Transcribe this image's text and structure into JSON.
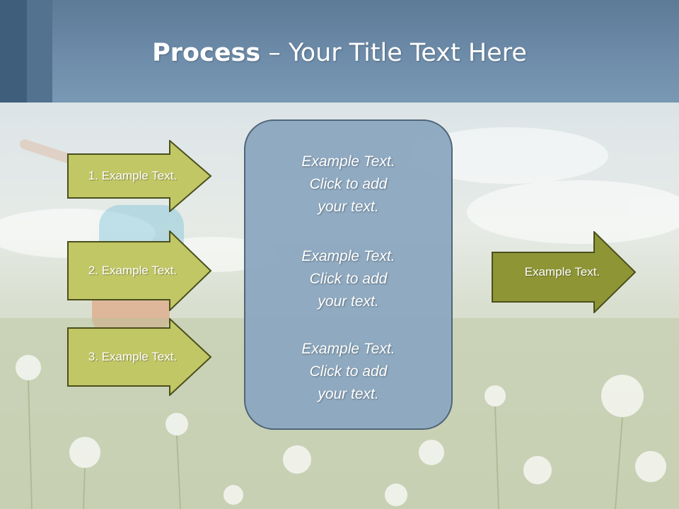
{
  "title": {
    "bold_part": "Process",
    "rest": " – Your Title Text Here"
  },
  "left_arrows": [
    {
      "label": "1. Example Text."
    },
    {
      "label": "2. Example Text."
    },
    {
      "label": "3. Example Text."
    }
  ],
  "center_box": {
    "paragraphs": [
      {
        "lines": [
          "Example Text.",
          "Click  to add",
          "your text."
        ]
      },
      {
        "lines": [
          "Example Text.",
          "Click  to add",
          "your text."
        ]
      },
      {
        "lines": [
          "Example Text.",
          "Click  to add",
          "your text."
        ]
      }
    ]
  },
  "right_arrow": {
    "label": "Example Text."
  },
  "colors": {
    "header": "#6f8eab",
    "left_arrow_fill": "#c2c766",
    "right_arrow_fill": "#8e9535",
    "arrow_border": "#4a4f1c",
    "center_box_fill": "#8ea9c1"
  }
}
